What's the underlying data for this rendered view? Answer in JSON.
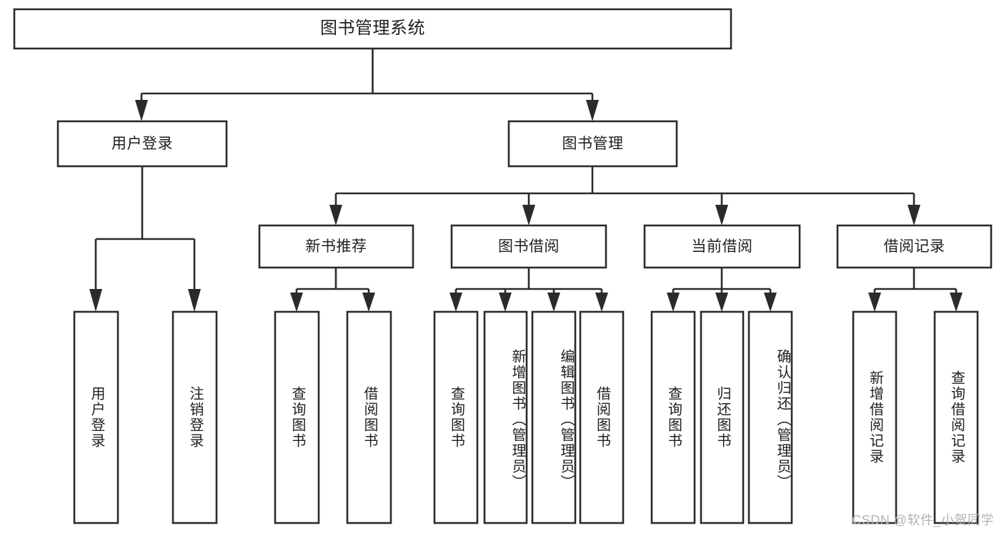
{
  "diagram": {
    "type": "tree-hierarchy-chart",
    "title_node": "图书管理系统",
    "watermark": "CSDN @软件_小贺同学",
    "colors": {
      "stroke": "#2b2b2b",
      "fill": "#ffffff",
      "text": "#1f1f1f",
      "watermark": "#b3b3b3"
    },
    "levels": {
      "level1": [
        "图书管理系统"
      ],
      "level2": [
        "用户登录",
        "图书管理"
      ],
      "level3": [
        "新书推荐",
        "图书借阅",
        "当前借阅",
        "借阅记录"
      ],
      "level4": [
        "用户登录",
        "注销登录",
        "查询图书",
        "借阅图书",
        "查询图书",
        "新增图书（管理员）",
        "编辑图书（管理员）",
        "借阅图书",
        "查询图书",
        "归还图书",
        "确认归还（管理员）",
        "新增借阅记录",
        "查询借阅记录"
      ]
    },
    "nodes": {
      "root": {
        "label": "图书管理系统"
      },
      "user_login": {
        "label": "用户登录"
      },
      "book_mgmt": {
        "label": "图书管理"
      },
      "new_book_rec": {
        "label": "新书推荐"
      },
      "book_borrow": {
        "label": "图书借阅"
      },
      "current_borrow": {
        "label": "当前借阅"
      },
      "borrow_record": {
        "label": "借阅记录"
      },
      "leaf_user_login": {
        "label": "用户登录"
      },
      "leaf_logout": {
        "label": "注销登录"
      },
      "leaf_query_book_a": {
        "label": "查询图书"
      },
      "leaf_borrow_book_a": {
        "label": "借阅图书"
      },
      "leaf_query_book_b": {
        "label": "查询图书"
      },
      "leaf_add_book": {
        "label": "新增图书（管理员）"
      },
      "leaf_edit_book": {
        "label": "编辑图书（管理员）"
      },
      "leaf_borrow_book_b": {
        "label": "借阅图书"
      },
      "leaf_query_book_c": {
        "label": "查询图书"
      },
      "leaf_return_book": {
        "label": "归还图书"
      },
      "leaf_confirm_return": {
        "label": "确认归还（管理员）"
      },
      "leaf_add_record": {
        "label": "新增借阅记录"
      },
      "leaf_query_record": {
        "label": "查询借阅记录"
      }
    }
  }
}
